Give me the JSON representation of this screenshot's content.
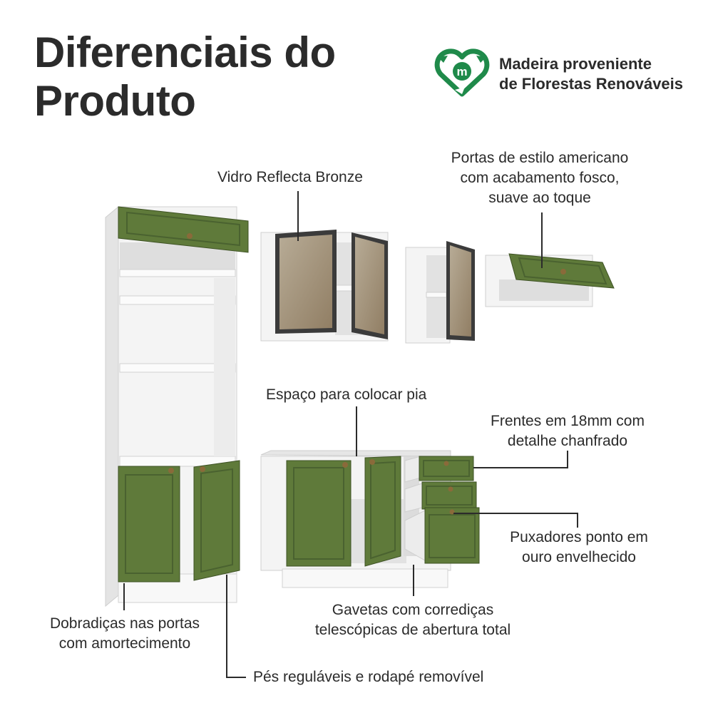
{
  "title": {
    "line1": "Diferenciais do",
    "line2": "Produto"
  },
  "badge": {
    "icon": "recycle-m-logo-icon",
    "line1": "Madeira proveniente",
    "line2": "de Florestas Renováveis"
  },
  "features": {
    "glass": "Vidro Reflecta Bronze",
    "doors_line1": "Portas de estilo americano",
    "doors_line2": "com acabamento fosco,",
    "doors_line3": "suave ao toque",
    "sink": "Espaço para colocar pia",
    "fronts_line1": "Frentes em 18mm com",
    "fronts_line2": "detalhe chanfrado",
    "handles_line1": "Puxadores ponto em",
    "handles_line2": "ouro envelhecido",
    "drawers_line1": "Gavetas com corrediças",
    "drawers_line2": "telescópicas de abertura total",
    "hinges_line1": "Dobradiças nas portas",
    "hinges_line2": "com amortecimento",
    "feet": "Pés reguláveis e rodapé removível"
  },
  "colors": {
    "accent_green": "#1f8a4a",
    "door_green": "#5f7a3a",
    "cabinet_white": "#f2f2f2",
    "glass_bronze": "#b8a58a",
    "handle_gold": "#8a6a3a",
    "text": "#2b2b2b"
  }
}
